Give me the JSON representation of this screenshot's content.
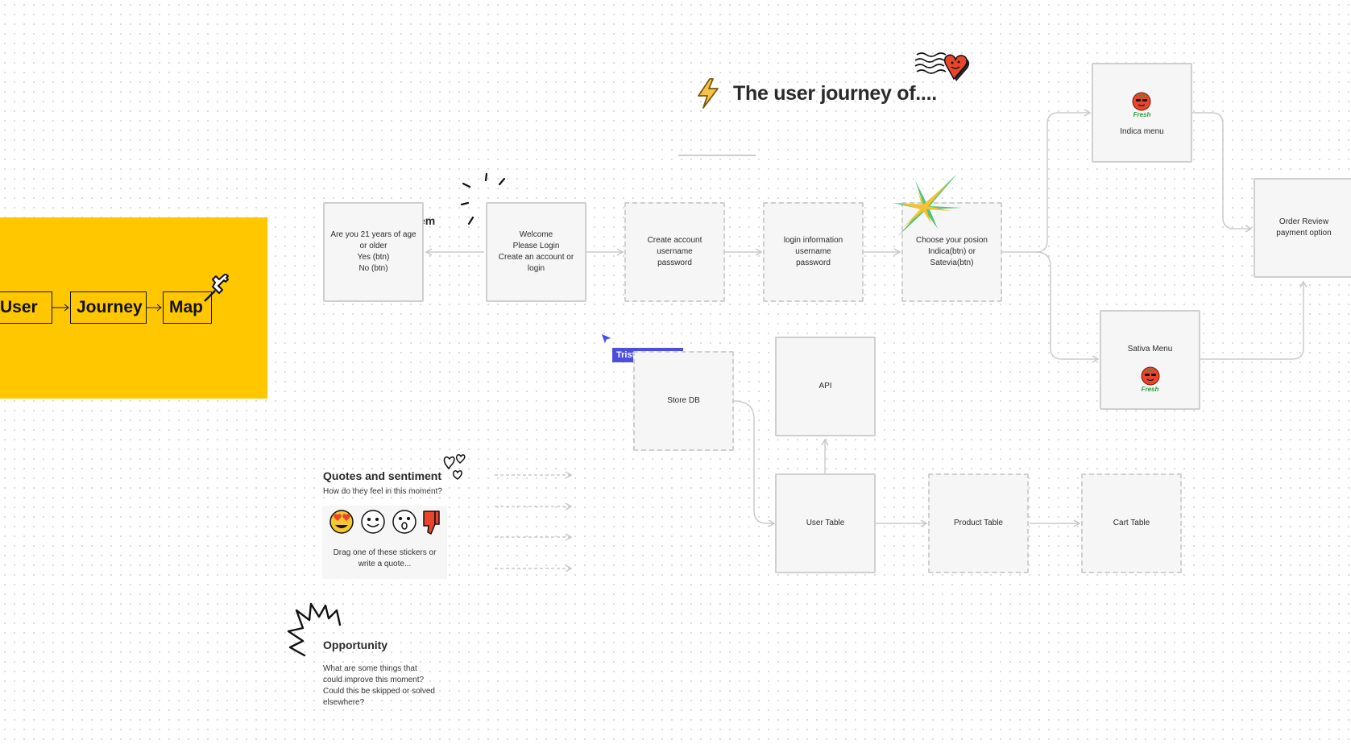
{
  "title": "The user journey of....",
  "yellow_card": {
    "chips": [
      "User",
      "Journey",
      "Map"
    ]
  },
  "partial_text": "em",
  "boxes": {
    "age": "Are you 21 years of age\nor older\nYes (btn)\nNo (btn)",
    "welcome": "Welcome\nPlease  Login\nCreate an account or\nlogin",
    "create": "Create account\nusername\npassword",
    "login": "login information\nusername\npassword",
    "choose": "Choose your posion\nIndica(btn) or\nSatevia(btn)",
    "indica": "Indica menu",
    "order": "Order Review\npayment option",
    "sativa": "Sativa Menu",
    "storedb": "Store DB",
    "api": "API",
    "usertable": "User Table",
    "product": "Product Table",
    "cart": "Cart Table"
  },
  "fresh_label": "Fresh",
  "cursor": {
    "name": "Triston Golden",
    "color": "#4c4ee0"
  },
  "quotes": {
    "heading": "Quotes and sentiment",
    "question": "How do they feel in this moment?",
    "hint": "Drag one of these stickers or\nwrite a quote..."
  },
  "opportunity": {
    "heading": "Opportunity",
    "body": "What are some things that\ncould improve this moment?\nCould this be skipped or solved\nelsewhere?"
  },
  "colors": {
    "accent_yellow": "#ffc700",
    "box_border": "#cfcfcf",
    "connector": "#cccccc",
    "cursor": "#4c4ee0"
  },
  "icons": [
    "lightning-icon",
    "heart-stamp-sticker",
    "sparkle-sticker",
    "pushpin-icon",
    "tomato-sticker",
    "heart-eyes-emoji",
    "smile-emoji",
    "surprised-emoji",
    "thumbs-down-emoji",
    "scribble-sticker",
    "cursor-arrow-icon",
    "hearts-doodle"
  ]
}
